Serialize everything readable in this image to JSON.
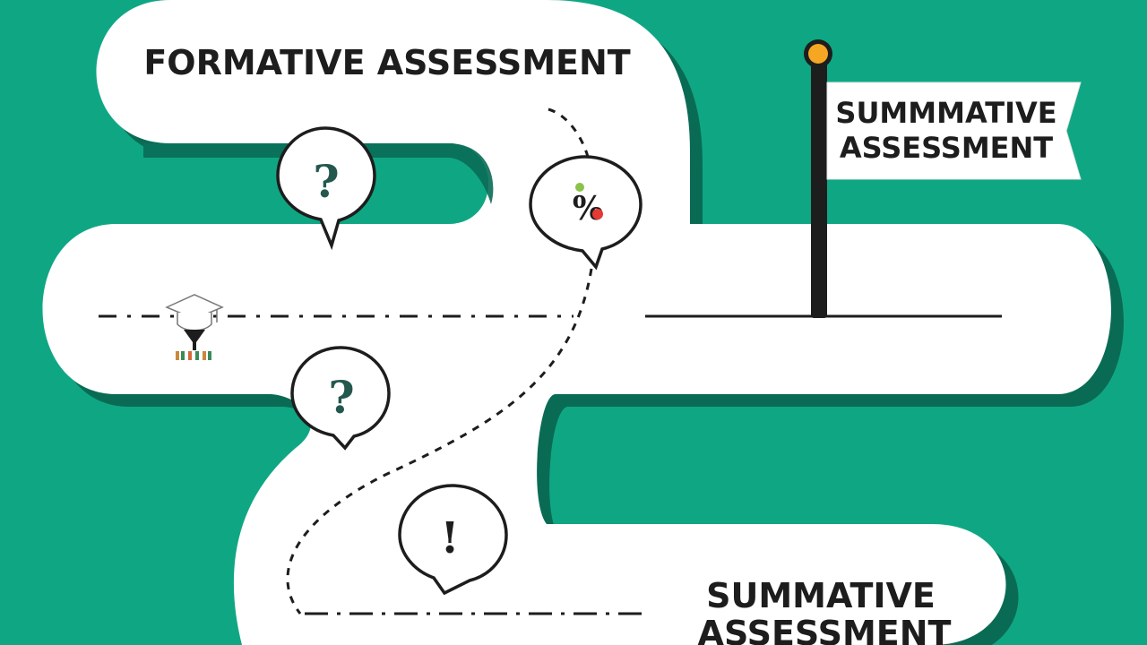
{
  "labels": {
    "formative": "FORMATIVE ASSESSMENT",
    "flag_line1": "SUMMMATIVE",
    "flag_line2": "ASSESSMENT",
    "bottom_line1": "SUMMATIVE",
    "bottom_line2": "ASSESSMENT"
  },
  "bubbles": [
    {
      "name": "question-bubble-top",
      "glyph": "?",
      "color": "#24584e"
    },
    {
      "name": "percent-bubble",
      "glyph": "%",
      "color": "#1d1d1d"
    },
    {
      "name": "question-bubble-middle",
      "glyph": "?",
      "color": "#24584e"
    },
    {
      "name": "exclamation-bubble",
      "glyph": "!",
      "color": "#1d1d1d"
    }
  ],
  "colors": {
    "background": "#0fa783",
    "shadow": "#0a6b55",
    "road": "#ffffff",
    "ink": "#1d1d1d",
    "flag_knob": "#f5a623",
    "percent_dot_green": "#8bc34a",
    "percent_dot_red": "#e53935"
  },
  "icons": {
    "graduation-cap": "graduation-cap-icon",
    "flag-pole": "flag-pole-icon"
  }
}
